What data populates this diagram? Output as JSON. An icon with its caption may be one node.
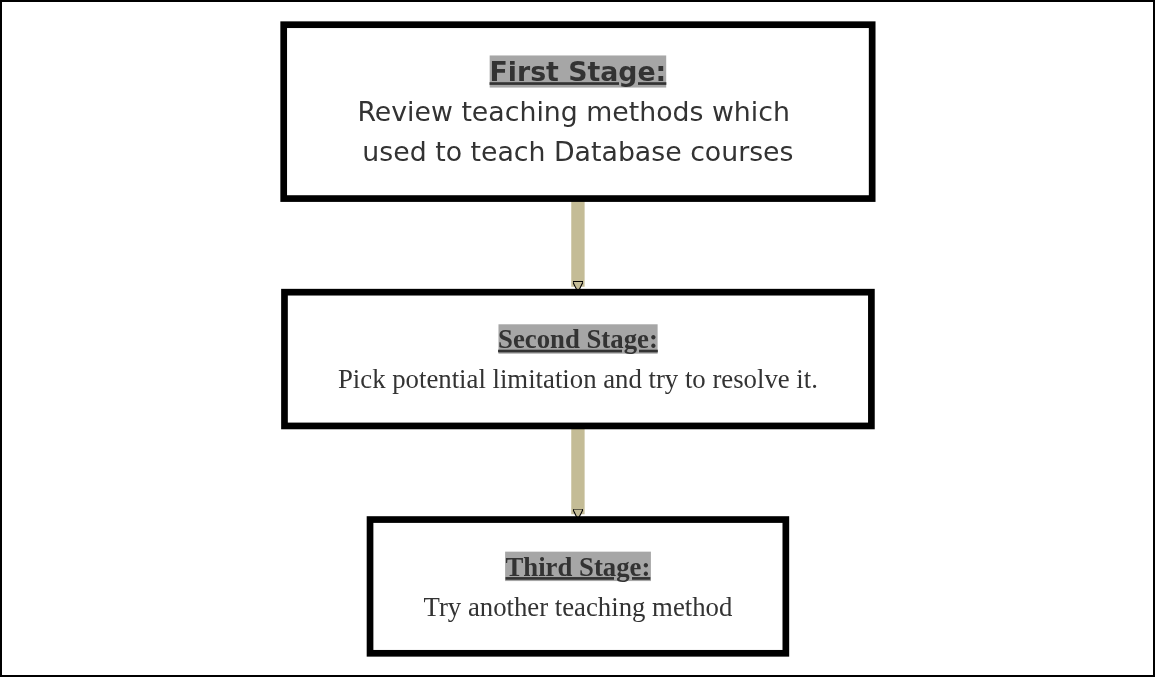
{
  "diagram": {
    "nodes": [
      {
        "text": [
          "First Stage:",
          "Review teaching methods which used to teach Database courses"
        ]
      },
      {
        "text": [
          "Second Stage:",
          "Pick potential limitation and try to resolve it."
        ]
      },
      {
        "text": [
          "Third Stage:",
          "Try another teaching method"
        ]
      }
    ],
    "edges": [
      {
        "from": 0,
        "to": 1,
        "arrow": "to"
      },
      {
        "from": 1,
        "to": 2,
        "arrow": "to"
      }
    ]
  }
}
